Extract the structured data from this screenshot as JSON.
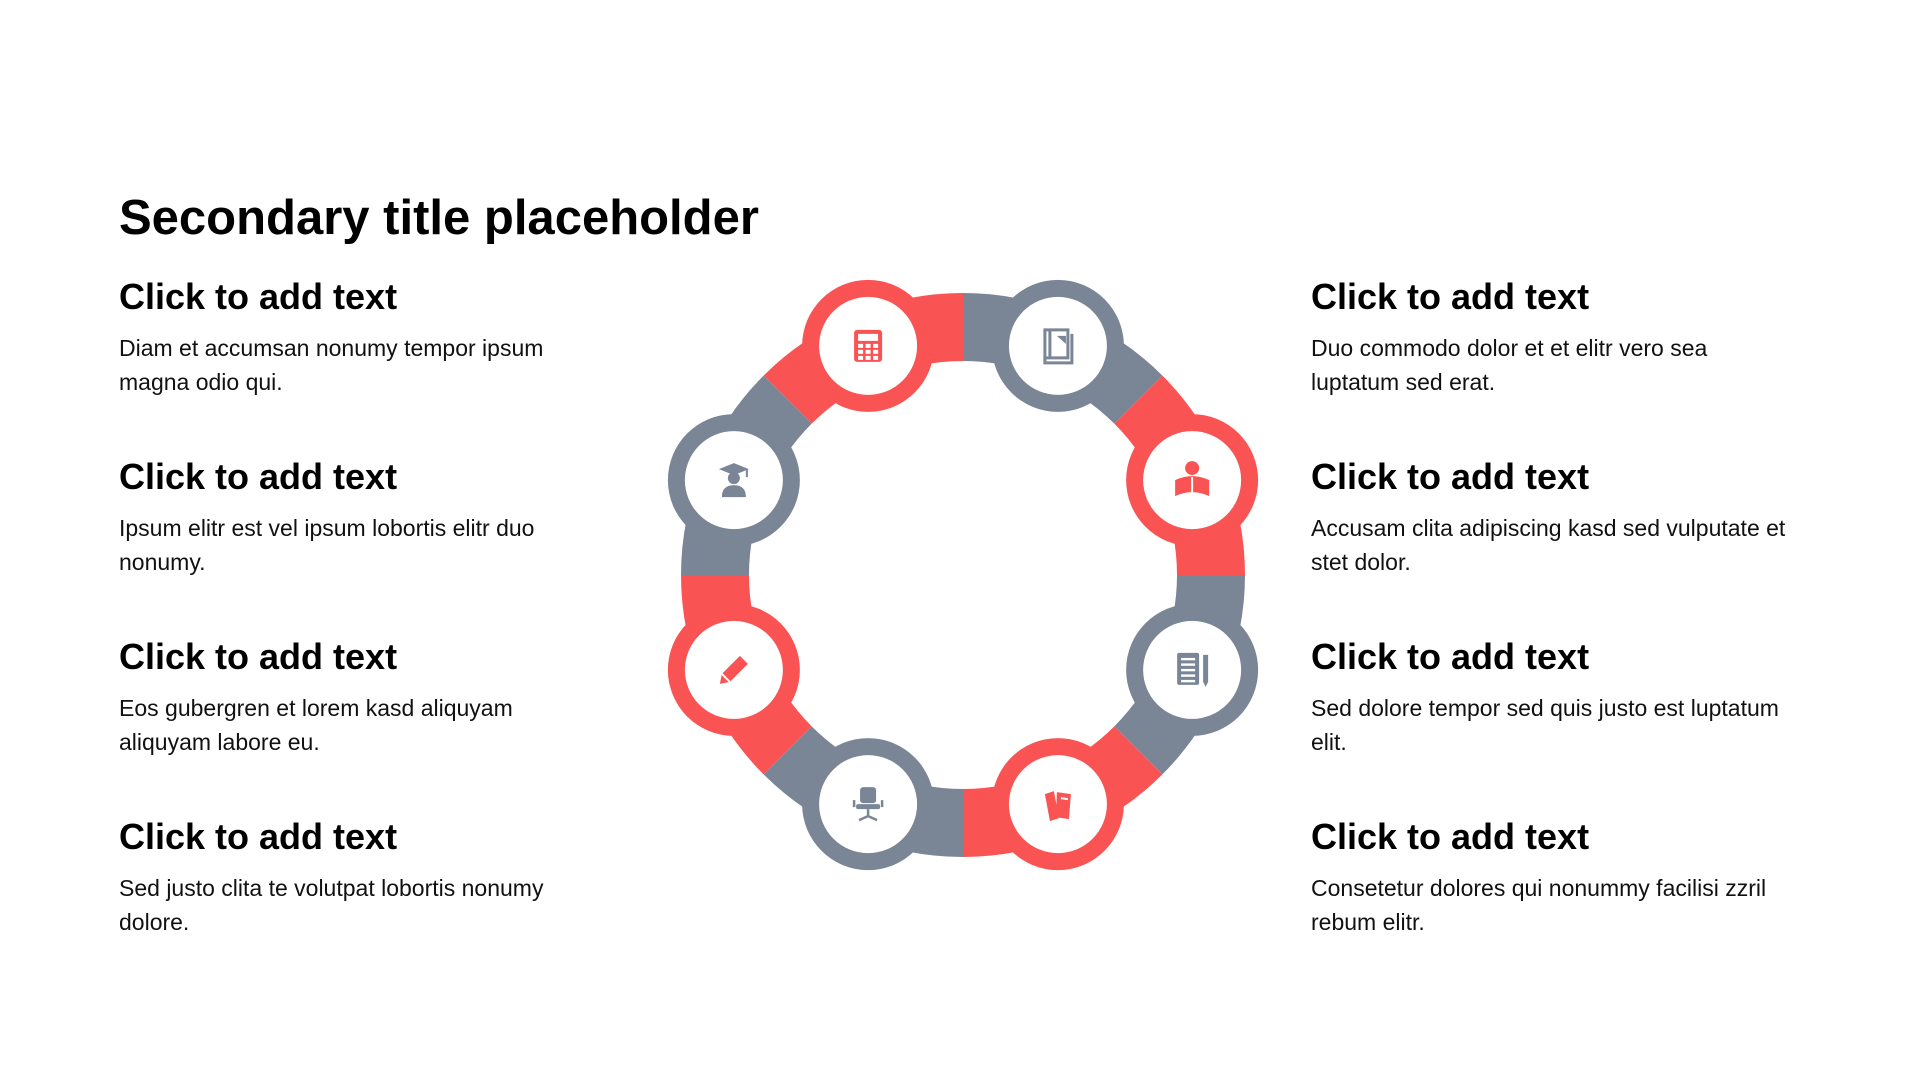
{
  "title": "Secondary title placeholder",
  "colors": {
    "accent": "#F95353",
    "neutral": "#7A8596",
    "background": "#FFFFFF"
  },
  "items_left": [
    {
      "heading": "Click to add text",
      "body": "Diam et accumsan nonumy tempor ipsum magna odio qui."
    },
    {
      "heading": "Click to add text",
      "body": "Ipsum elitr est vel ipsum lobortis elitr duo nonumy."
    },
    {
      "heading": "Click to add text",
      "body": "Eos gubergren et lorem kasd aliquyam aliquyam labore eu."
    },
    {
      "heading": "Click to add text",
      "body": "Sed justo clita te volutpat lobortis nonumy dolore."
    }
  ],
  "items_right": [
    {
      "heading": "Click to add text",
      "body": "Duo commodo dolor et et elitr vero sea luptatum sed erat."
    },
    {
      "heading": "Click to add text",
      "body": "Accusam clita adipiscing kasd sed vulputate et stet dolor."
    },
    {
      "heading": "Click to add text",
      "body": "Sed dolore tempor sed quis justo est luptatum elit."
    },
    {
      "heading": "Click to add text",
      "body": "Consetetur dolores qui nonummy facilisi zzril rebum elitr."
    }
  ],
  "ring_nodes": [
    {
      "icon": "calculator-icon",
      "color": "accent"
    },
    {
      "icon": "notebook-icon",
      "color": "neutral"
    },
    {
      "icon": "reader-icon",
      "color": "accent"
    },
    {
      "icon": "document-pencil-icon",
      "color": "neutral"
    },
    {
      "icon": "books-icon",
      "color": "accent"
    },
    {
      "icon": "office-chair-icon",
      "color": "neutral"
    },
    {
      "icon": "pencil-icon",
      "color": "accent"
    },
    {
      "icon": "graduate-icon",
      "color": "neutral"
    }
  ]
}
